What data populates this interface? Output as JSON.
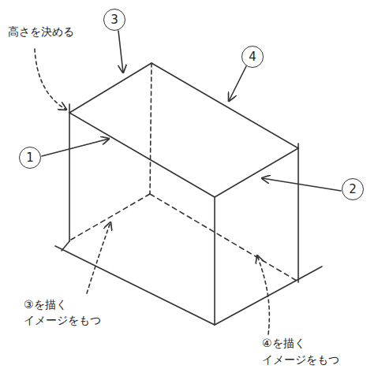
{
  "diagram": {
    "nodes": [
      {
        "text": [
          "3"
        ]
      },
      {
        "text": [
          "4"
        ]
      },
      {
        "text": [
          "1"
        ]
      },
      {
        "text": [
          "2"
        ]
      }
    ],
    "labels": [
      "高さを決める",
      "③を描く イメージをもつ",
      "④を描く イメージをもつ"
    ]
  }
}
